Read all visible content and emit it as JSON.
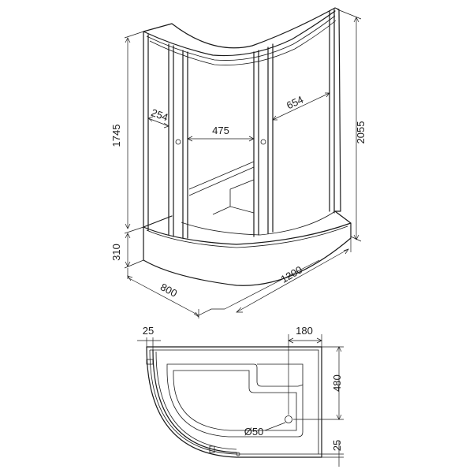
{
  "diagram": {
    "front_view": {
      "height_total": "2055",
      "height_panel": "1745",
      "height_tray": "310",
      "depth": "800",
      "width": "1200",
      "panel_side_width": "254",
      "door_opening": "475",
      "curved_panel": "654"
    },
    "plan_view": {
      "edge_left": "25",
      "drain_offset": "180",
      "depth_offset": "480",
      "edge_bottom": "25",
      "drain_diameter": "Ø50"
    }
  }
}
